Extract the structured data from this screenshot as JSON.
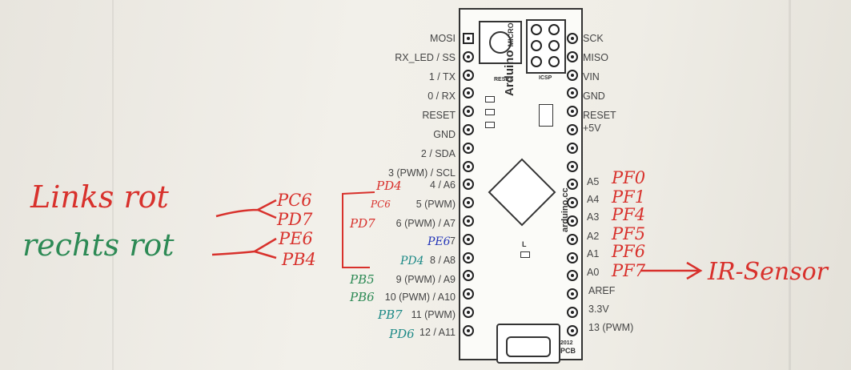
{
  "left_labels": [
    "MOSI",
    "RX_LED / SS",
    "1 / TX",
    "0 / RX",
    "RESET",
    "GND",
    "2 / SDA",
    "3 (PWM) / SCL",
    "4 / A6",
    "5 (PWM)",
    "6 (PWM) / A7",
    "7",
    "8 / A8",
    "9 (PWM) / A9",
    "10 (PWM) / A10",
    "11 (PWM)",
    "12 / A11"
  ],
  "right_labels": [
    "SCK",
    "MISO",
    "VIN",
    "GND",
    "RESET",
    "+5V",
    "A5",
    "A4",
    "A3",
    "A2",
    "A1",
    "A0",
    "AREF",
    "3.3V",
    "13 (PWM)"
  ],
  "board": {
    "name": "Arduino",
    "model": "MICRO",
    "brand": "arduino.cc",
    "reset_text": "RESET",
    "icsp_text": "ICSP",
    "chip_label": "L",
    "year_text": "2012",
    "pcb_text": "PCB"
  },
  "handwriting": {
    "links_rot": "Links rot",
    "rechts_rot": "rechts rot",
    "pc6": "PC6",
    "pd7": "PD7",
    "pe6": "PE6",
    "pb4": "PB4",
    "pd4": "PD4",
    "pc6_small": "PC6",
    "pd7_b": "PD7",
    "pe6_blue": "PE6",
    "pd4_teal": "PD4",
    "pb5": "PB5",
    "pb6": "PB6",
    "pb7": "PB7",
    "pb6_b": "PD6",
    "pf0": "PF0",
    "pf1": "PF1",
    "pf4": "PF4",
    "pf5": "PF5",
    "pf6": "PF6",
    "pf7": "PF7",
    "ir_sensor": "IR-Sensor"
  },
  "colors": {
    "red_ink": "#d8312c",
    "green_ink": "#2d8a55",
    "blue_ink": "#2436b8",
    "teal_ink": "#1e8a87"
  }
}
